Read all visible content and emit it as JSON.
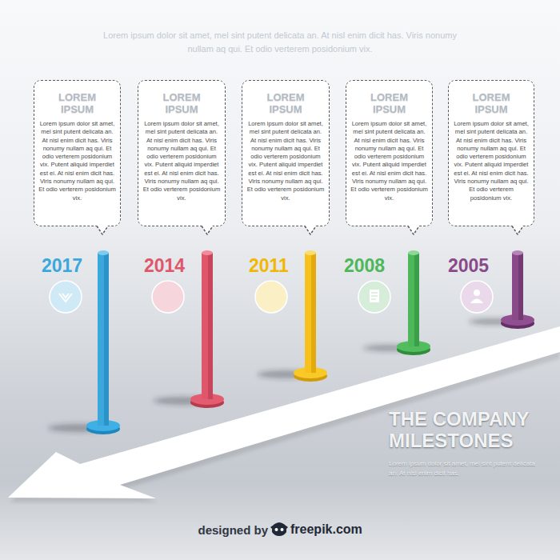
{
  "diagram": {
    "title": "THE COMPANY MILESTONES",
    "nodes": [
      {
        "text": [
          "LOREM IPSUM",
          "Lorem ipsum dolor sit amet, mel sint putent delicata an. At nisl enim dicit has. Viris nonumy nullam aq qui. Et odio verterem posidonium vix. Putent aliquid imperdiet est ei. At nisl enim dicit has. Viris nonumy nullam aq qui. Et odio verterem posidonium vix."
        ]
      },
      {
        "text": [
          "LOREM IPSUM",
          "Lorem ipsum dolor sit amet, mel sint putent delicata an. At nisl enim dicit has. Viris nonumy nullam aq qui. Et odio verterem posidonium vix. Putent aliquid imperdiet est ei. At nisl enim dicit has. Viris nonumy nullam aq qui. Et odio verterem posidonium vix."
        ]
      },
      {
        "text": [
          "LOREM IPSUM",
          "Lorem ipsum dolor sit amet, mel sint putent delicata an. At nisl enim dicit has. Viris nonumy nullam aq qui. Et odio verterem posidonium vix. Putent aliquid imperdiet est ei. At nisl enim dicit has. Viris nonumy nullam aq qui. Et odio verterem posidonium vix."
        ]
      },
      {
        "text": [
          "LOREM IPSUM",
          "Lorem ipsum dolor sit amet, mel sint putent delicata an. At nisl enim dicit has. Viris nonumy nullam aq qui. Et odio verterem posidonium vix. Putent aliquid imperdiet est ei. At nisl enim dicit has. Viris nonumy nullam aq qui. Et odio verterem posidonium vix."
        ]
      },
      {
        "text": [
          "LOREM IPSUM",
          "Lorem ipsum dolor sit amet, mel sint putent delicata an. At nisl enim dicit has. Viris nonumy nullam aq qui. Et odio verterem posidonium vix. Putent aliquid imperdiet est ei. At nisl enim dicit has. Viris nonumy nullam aq qui. Et odio verterem posidonium vix."
        ]
      }
    ],
    "labels": [
      "Lorem ipsum dolor sit amet, mel sint putent delicata an. At nisl enim dicit has. Viris nonumy nullam aq qui. Et odio verterem posidonium vix.",
      "2017",
      "2014",
      "2011",
      "2008",
      "2005",
      "Lorem ipsum dolor sit amet, mel sint putent delicata an. At nisl enim dicit has.",
      "designed by",
      "freepik.com"
    ]
  }
}
